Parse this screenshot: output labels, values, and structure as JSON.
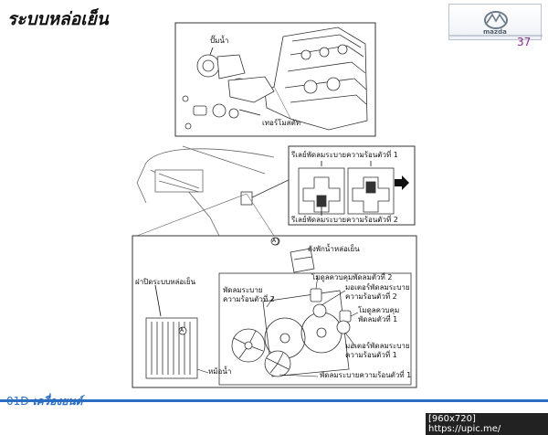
{
  "page": {
    "title": "ระบบหล่อเย็น",
    "page_number": "37",
    "footer_prefix": "01D",
    "footer_title": "เครื่องยนต์",
    "watermark": "[960x720] https://upic.me/"
  },
  "logo": {
    "text": "mazda",
    "icon": "mazda-logo-icon"
  },
  "top_panel": {
    "water_pump_label": "ปั๊มน้ำ",
    "thermostat_label": "เทอร์โมสตัท"
  },
  "relay_panel": {
    "relay_1_label": "รีเลย์พัดลมระบายความร้อนตัวที่ 1",
    "relay_2_label": "รีเลย์พัดลมระบายความร้อนตัวที่ 2"
  },
  "bottom_panel": {
    "reservoir_label": "ถังพักน้ำหล่อเย็น",
    "radiator_cap_label": "ฝาปิดระบบหล่อเย็น",
    "fan_module_2_label": "โมดูลควบคุมพัดลมตัวที่ 2",
    "fan_motor_2_label_1": "มอเตอร์พัดลมระบาย",
    "fan_motor_2_label_2": "ความร้อนตัวที่ 2",
    "fan_2_label_1": "พัดลมระบาย",
    "fan_2_label_2": "ความร้อนตัวที่ 2",
    "fan_module_1_label_1": "โมดูลควบคุม",
    "fan_module_1_label_2": "พัดลมตัวที่ 1",
    "fan_motor_1_label_1": "มอเตอร์พัดลมระบาย",
    "fan_motor_1_label_2": "ความร้อนตัวที่ 1",
    "radiator_label": "หม้อน้ำ",
    "fan_1_label": "พัดลมระบายความร้อนตัวที่ 1",
    "callout_a": "A"
  }
}
